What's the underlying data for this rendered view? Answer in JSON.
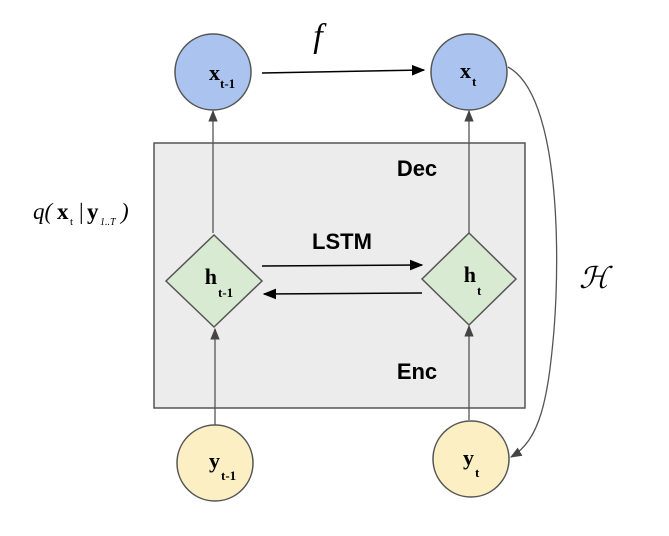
{
  "colors": {
    "observed_fill": "#aac4ef",
    "latent_fill": "#fbefc3",
    "hidden_fill": "#d9ead3",
    "panel_fill": "#ececec",
    "stroke": "#555555",
    "arrow": "#000000"
  },
  "nodes": {
    "x_prev": {
      "base": "x",
      "sub": "t-1"
    },
    "x_t": {
      "base": "x",
      "sub": "t"
    },
    "h_prev": {
      "base": "h",
      "sub": "t-1"
    },
    "h_t": {
      "base": "h",
      "sub": "t"
    },
    "y_prev": {
      "base": "y",
      "sub": "t-1"
    },
    "y_t": {
      "base": "y",
      "sub": "t"
    }
  },
  "labels": {
    "transition": "f",
    "recurrent": "LSTM",
    "decoder": "Dec",
    "encoder": "Enc",
    "emission": "ℋ"
  },
  "posterior": {
    "fn": "q(",
    "x": "x",
    "x_sub": "t",
    "bar": "|",
    "y": "y",
    "y_sub": "1..T",
    "close": ")"
  }
}
